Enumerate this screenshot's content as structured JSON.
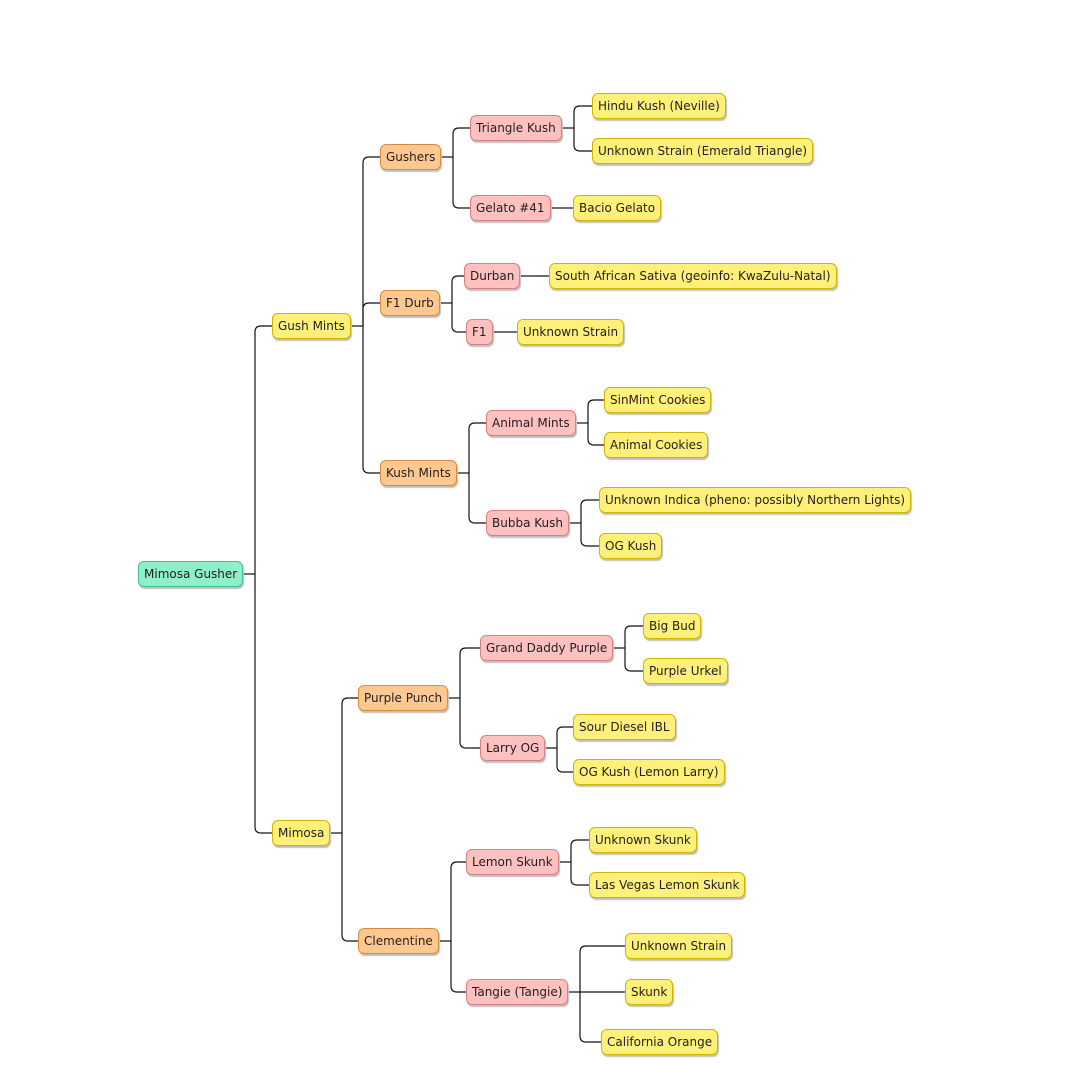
{
  "nodes": [
    {
      "id": "mimosa-gusher",
      "label": "Mimosa Gusher",
      "level": "root"
    },
    {
      "id": "gush-mints",
      "label": "Gush Mints",
      "level": "yellow"
    },
    {
      "id": "mimosa",
      "label": "Mimosa",
      "level": "yellow"
    },
    {
      "id": "gushers",
      "label": "Gushers",
      "level": "orange"
    },
    {
      "id": "f1-durb",
      "label": "F1 Durb",
      "level": "orange"
    },
    {
      "id": "kush-mints",
      "label": "Kush Mints",
      "level": "orange"
    },
    {
      "id": "purple-punch",
      "label": "Purple Punch",
      "level": "orange"
    },
    {
      "id": "clementine",
      "label": "Clementine",
      "level": "orange"
    },
    {
      "id": "triangle-kush",
      "label": "Triangle Kush",
      "level": "red"
    },
    {
      "id": "gelato-41",
      "label": "Gelato #41",
      "level": "red"
    },
    {
      "id": "durban",
      "label": "Durban",
      "level": "red"
    },
    {
      "id": "f1",
      "label": "F1",
      "level": "red"
    },
    {
      "id": "animal-mints",
      "label": "Animal Mints",
      "level": "red"
    },
    {
      "id": "bubba-kush",
      "label": "Bubba Kush",
      "level": "red"
    },
    {
      "id": "grand-daddy-purple",
      "label": "Grand Daddy Purple",
      "level": "red"
    },
    {
      "id": "larry-og",
      "label": "Larry OG",
      "level": "red"
    },
    {
      "id": "lemon-skunk",
      "label": "Lemon Skunk",
      "level": "red"
    },
    {
      "id": "tangie",
      "label": "Tangie (Tangie)",
      "level": "red"
    },
    {
      "id": "hindu-kush",
      "label": "Hindu Kush (Neville)",
      "level": "yellow"
    },
    {
      "id": "unknown-emerald",
      "label": "Unknown Strain (Emerald Triangle)",
      "level": "yellow"
    },
    {
      "id": "bacio-gelato",
      "label": "Bacio Gelato",
      "level": "yellow"
    },
    {
      "id": "south-african-sativa",
      "label": "South African Sativa (geoinfo: KwaZulu-Natal)",
      "level": "yellow"
    },
    {
      "id": "unknown-strain-f1",
      "label": "Unknown Strain",
      "level": "yellow"
    },
    {
      "id": "sinmint-cookies",
      "label": "SinMint Cookies",
      "level": "yellow"
    },
    {
      "id": "animal-cookies",
      "label": "Animal Cookies",
      "level": "yellow"
    },
    {
      "id": "unknown-indica",
      "label": "Unknown Indica (pheno: possibly Northern Lights)",
      "level": "yellow"
    },
    {
      "id": "og-kush",
      "label": "OG Kush",
      "level": "yellow"
    },
    {
      "id": "big-bud",
      "label": "Big Bud",
      "level": "yellow"
    },
    {
      "id": "purple-urkel",
      "label": "Purple Urkel",
      "level": "yellow"
    },
    {
      "id": "sour-diesel-ibl",
      "label": "Sour Diesel IBL",
      "level": "yellow"
    },
    {
      "id": "og-kush-lemon-larry",
      "label": "OG Kush (Lemon Larry)",
      "level": "yellow"
    },
    {
      "id": "unknown-skunk",
      "label": "Unknown Skunk",
      "level": "yellow"
    },
    {
      "id": "las-vegas-lemon-skunk",
      "label": "Las Vegas Lemon Skunk",
      "level": "yellow"
    },
    {
      "id": "unknown-strain-tangie",
      "label": "Unknown Strain",
      "level": "yellow"
    },
    {
      "id": "skunk",
      "label": "Skunk",
      "level": "yellow"
    },
    {
      "id": "california-orange",
      "label": "California Orange",
      "level": "yellow"
    }
  ],
  "edges": [
    [
      "mimosa-gusher",
      "gush-mints"
    ],
    [
      "mimosa-gusher",
      "mimosa"
    ],
    [
      "gush-mints",
      "gushers"
    ],
    [
      "gush-mints",
      "f1-durb"
    ],
    [
      "gush-mints",
      "kush-mints"
    ],
    [
      "gushers",
      "triangle-kush"
    ],
    [
      "gushers",
      "gelato-41"
    ],
    [
      "triangle-kush",
      "hindu-kush"
    ],
    [
      "triangle-kush",
      "unknown-emerald"
    ],
    [
      "gelato-41",
      "bacio-gelato"
    ],
    [
      "f1-durb",
      "durban"
    ],
    [
      "f1-durb",
      "f1"
    ],
    [
      "durban",
      "south-african-sativa"
    ],
    [
      "f1",
      "unknown-strain-f1"
    ],
    [
      "kush-mints",
      "animal-mints"
    ],
    [
      "kush-mints",
      "bubba-kush"
    ],
    [
      "animal-mints",
      "sinmint-cookies"
    ],
    [
      "animal-mints",
      "animal-cookies"
    ],
    [
      "bubba-kush",
      "unknown-indica"
    ],
    [
      "bubba-kush",
      "og-kush"
    ],
    [
      "mimosa",
      "purple-punch"
    ],
    [
      "mimosa",
      "clementine"
    ],
    [
      "purple-punch",
      "grand-daddy-purple"
    ],
    [
      "purple-punch",
      "larry-og"
    ],
    [
      "grand-daddy-purple",
      "big-bud"
    ],
    [
      "grand-daddy-purple",
      "purple-urkel"
    ],
    [
      "larry-og",
      "sour-diesel-ibl"
    ],
    [
      "larry-og",
      "og-kush-lemon-larry"
    ],
    [
      "clementine",
      "lemon-skunk"
    ],
    [
      "clementine",
      "tangie"
    ],
    [
      "lemon-skunk",
      "unknown-skunk"
    ],
    [
      "lemon-skunk",
      "las-vegas-lemon-skunk"
    ],
    [
      "tangie",
      "unknown-strain-tangie"
    ],
    [
      "tangie",
      "skunk"
    ],
    [
      "tangie",
      "california-orange"
    ]
  ],
  "colors": {
    "root": "#8ef0c9",
    "yellow": "#fff079",
    "orange": "#ffc890",
    "red": "#ffc0c0",
    "line": "#111111"
  }
}
